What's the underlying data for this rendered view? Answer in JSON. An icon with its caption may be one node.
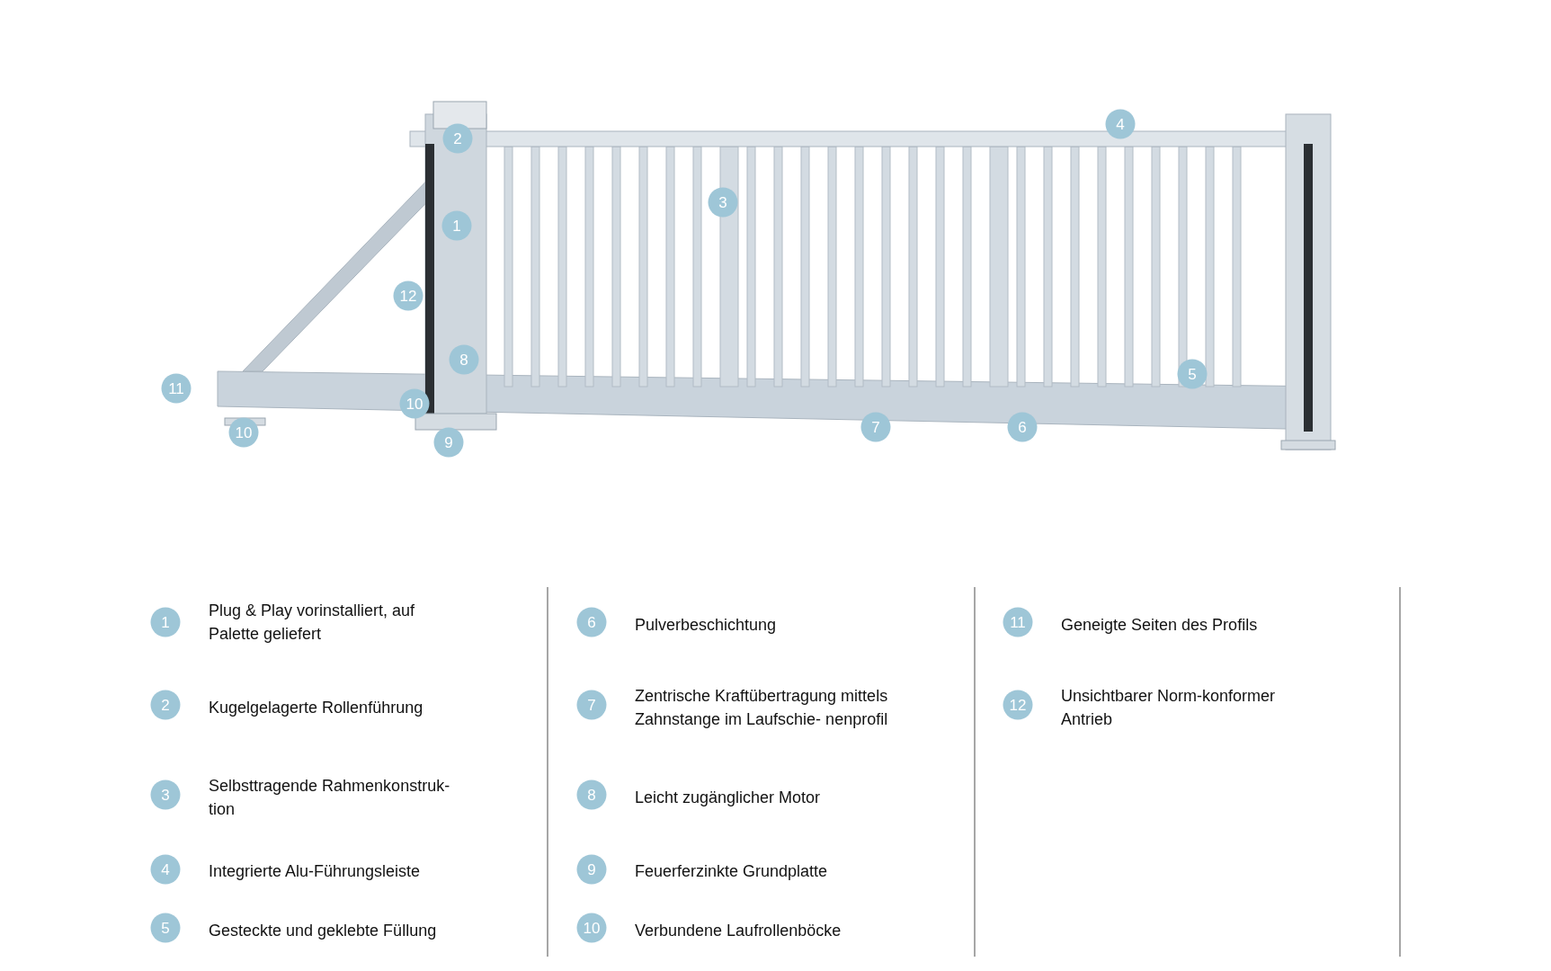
{
  "diagram": {
    "labels": [
      "2",
      "4",
      "3",
      "1",
      "12",
      "8",
      "5",
      "11",
      "10",
      "7",
      "6",
      "10",
      "9",
      "1",
      "Plug & Play vorinstalliert, auf Palette geliefert",
      "6",
      "Pulverbeschichtung",
      "11",
      "Geneigte Seiten des Profils",
      "2",
      "Kugelgelagerte Rollenführung",
      "7",
      "Zentrische Kraftübertragung mittels Zahnstange im Laufschie- nenprofil",
      "12",
      "Unsichtbarer Norm-konformer Antrieb",
      "3",
      "Selbsttragende Rahmenkonstruk- tion",
      "8",
      "Leicht zugänglicher Motor",
      "4",
      "Integrierte Alu-Führungsleiste",
      "9",
      "Feuerferzinkte Grundplatte",
      "5",
      "Gesteckte und geklebte Füllung",
      "10",
      "Verbundene Laufrollenböcke"
    ]
  }
}
